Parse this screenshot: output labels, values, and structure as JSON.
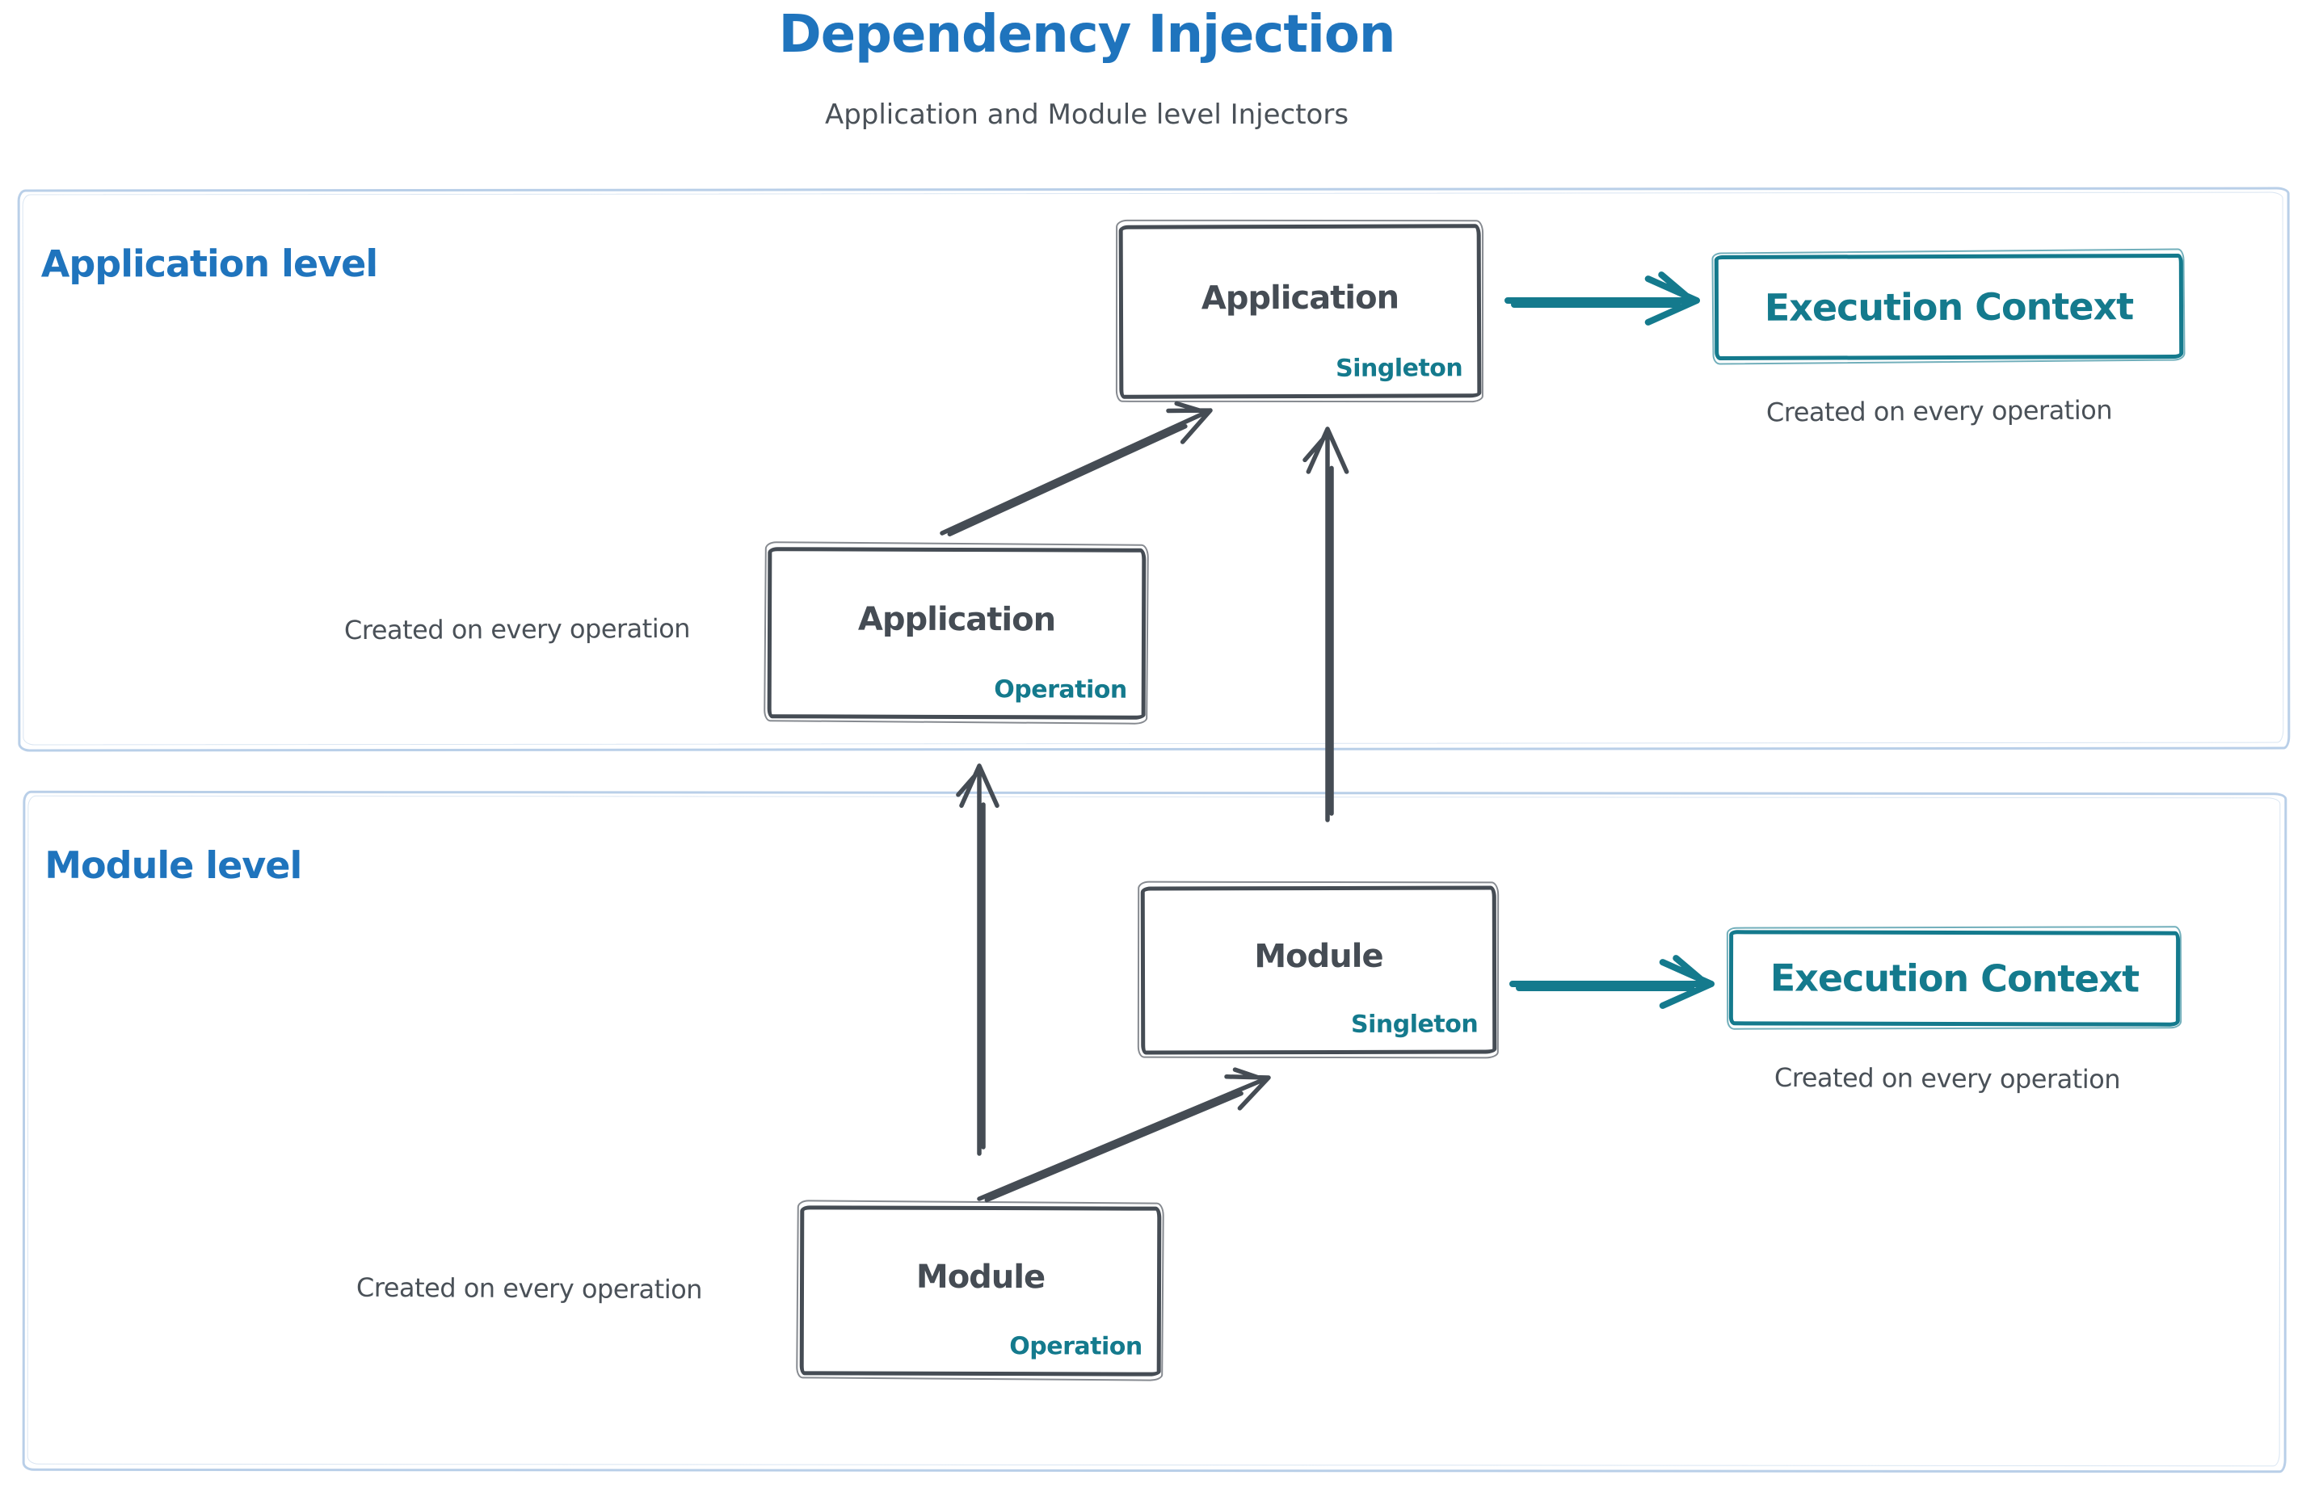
{
  "header": {
    "title": "Dependency Injection",
    "subtitle": "Application and Module level Injectors"
  },
  "levels": {
    "application": {
      "label": "Application level"
    },
    "module": {
      "label": "Module level"
    }
  },
  "nodes": {
    "app_singleton": {
      "title": "Application",
      "tag": "Singleton"
    },
    "app_operation": {
      "title": "Application",
      "tag": "Operation"
    },
    "module_singleton": {
      "title": "Module",
      "tag": "Singleton"
    },
    "module_operation": {
      "title": "Module",
      "tag": "Operation"
    },
    "exec_context_app": {
      "label": "Execution Context",
      "caption": "Created on every operation"
    },
    "exec_context_module": {
      "label": "Execution Context",
      "caption": "Created on every operation"
    }
  },
  "captions": {
    "app_operation": "Created on every operation",
    "module_operation": "Created on every operation"
  },
  "colors": {
    "blue": "#1f74bd",
    "ink": "#454c54",
    "teal": "#147a8d",
    "frame": "#b9cfe8",
    "text": "#4a5158"
  }
}
